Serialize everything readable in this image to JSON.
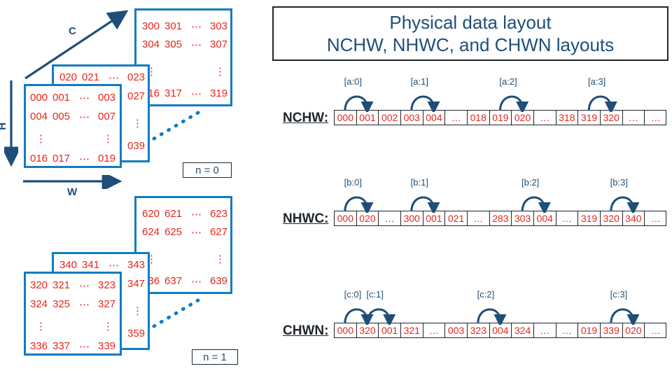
{
  "title": {
    "line1": "Physical data layout",
    "line2": "NCHW, NHWC, and CHWN layouts"
  },
  "colors": {
    "navy": "#1F4E79",
    "red": "#E8251B",
    "card_border": "#127CC1",
    "dark": "#20262E"
  },
  "axes": {
    "c": "C",
    "h": "H",
    "w": "W"
  },
  "tensors": [
    {
      "badge": "n = 0",
      "back_card": {
        "rows": [
          [
            "300",
            "301",
            "⋯",
            "303"
          ],
          [
            "304",
            "305",
            "⋯",
            "307"
          ],
          [
            "⋮",
            "",
            "",
            "⋮"
          ],
          [
            "316",
            "317",
            "⋯",
            "319"
          ]
        ]
      },
      "mid_card": {
        "rows": [
          [
            "020",
            "021",
            "⋯",
            "023"
          ],
          [
            "",
            "",
            "",
            "027"
          ],
          [
            "",
            "",
            "",
            "⋮"
          ],
          [
            "",
            "",
            "",
            "039"
          ]
        ]
      },
      "front_card": {
        "rows": [
          [
            "000",
            "001",
            "⋯",
            "003"
          ],
          [
            "004",
            "005",
            "⋯",
            "007"
          ],
          [
            "⋮",
            "",
            "",
            "⋮"
          ],
          [
            "016",
            "017",
            "⋯",
            "019"
          ]
        ]
      }
    },
    {
      "badge": "n = 1",
      "back_card": {
        "rows": [
          [
            "620",
            "621",
            "⋯",
            "623"
          ],
          [
            "624",
            "625",
            "⋯",
            "627"
          ],
          [
            "⋮",
            "",
            "",
            "⋮"
          ],
          [
            "636",
            "637",
            "⋯",
            "639"
          ]
        ]
      },
      "mid_card": {
        "rows": [
          [
            "340",
            "341",
            "⋯",
            "343"
          ],
          [
            "",
            "",
            "",
            "347"
          ],
          [
            "",
            "",
            "",
            "⋮"
          ],
          [
            "",
            "",
            "",
            "359"
          ]
        ]
      },
      "front_card": {
        "rows": [
          [
            "320",
            "321",
            "⋯",
            "323"
          ],
          [
            "324",
            "325",
            "⋯",
            "327"
          ],
          [
            "⋮",
            "",
            "",
            "⋮"
          ],
          [
            "336",
            "337",
            "⋯",
            "339"
          ]
        ]
      }
    }
  ],
  "layouts": [
    {
      "name": "NCHW:",
      "cells": [
        "000",
        "001",
        "002",
        "003",
        "004",
        "…",
        "018",
        "019",
        "020",
        "…",
        "318",
        "319",
        "320",
        "…",
        "…"
      ],
      "hops": [
        {
          "label": "[a:0]",
          "from": 0,
          "to": 1
        },
        {
          "label": "[a:1]",
          "from": 3,
          "to": 4
        },
        {
          "label": "[a:2]",
          "from": 7,
          "to": 8
        },
        {
          "label": "[a:3]",
          "from": 11,
          "to": 12
        }
      ]
    },
    {
      "name": "NHWC:",
      "cells": [
        "000",
        "020",
        "…",
        "300",
        "001",
        "021",
        "…",
        "283",
        "303",
        "004",
        "…",
        "319",
        "320",
        "340",
        "…"
      ],
      "hops": [
        {
          "label": "[b:0]",
          "from": 0,
          "to": 1
        },
        {
          "label": "[b:1]",
          "from": 3,
          "to": 4
        },
        {
          "label": "[b:2]",
          "from": 8,
          "to": 9
        },
        {
          "label": "[b:3]",
          "from": 12,
          "to": 13
        }
      ]
    },
    {
      "name": "CHWN:",
      "cells": [
        "000",
        "320",
        "001",
        "321",
        "…",
        "003",
        "323",
        "004",
        "324",
        "…",
        "…",
        "019",
        "339",
        "020",
        "…"
      ],
      "hops": [
        {
          "label": "[c:0]",
          "from": 0,
          "to": 1
        },
        {
          "label": "[c:1]",
          "from": 1,
          "to": 2
        },
        {
          "label": "[c:2]",
          "from": 6,
          "to": 7
        },
        {
          "label": "[c:3]",
          "from": 12,
          "to": 13
        }
      ]
    }
  ]
}
